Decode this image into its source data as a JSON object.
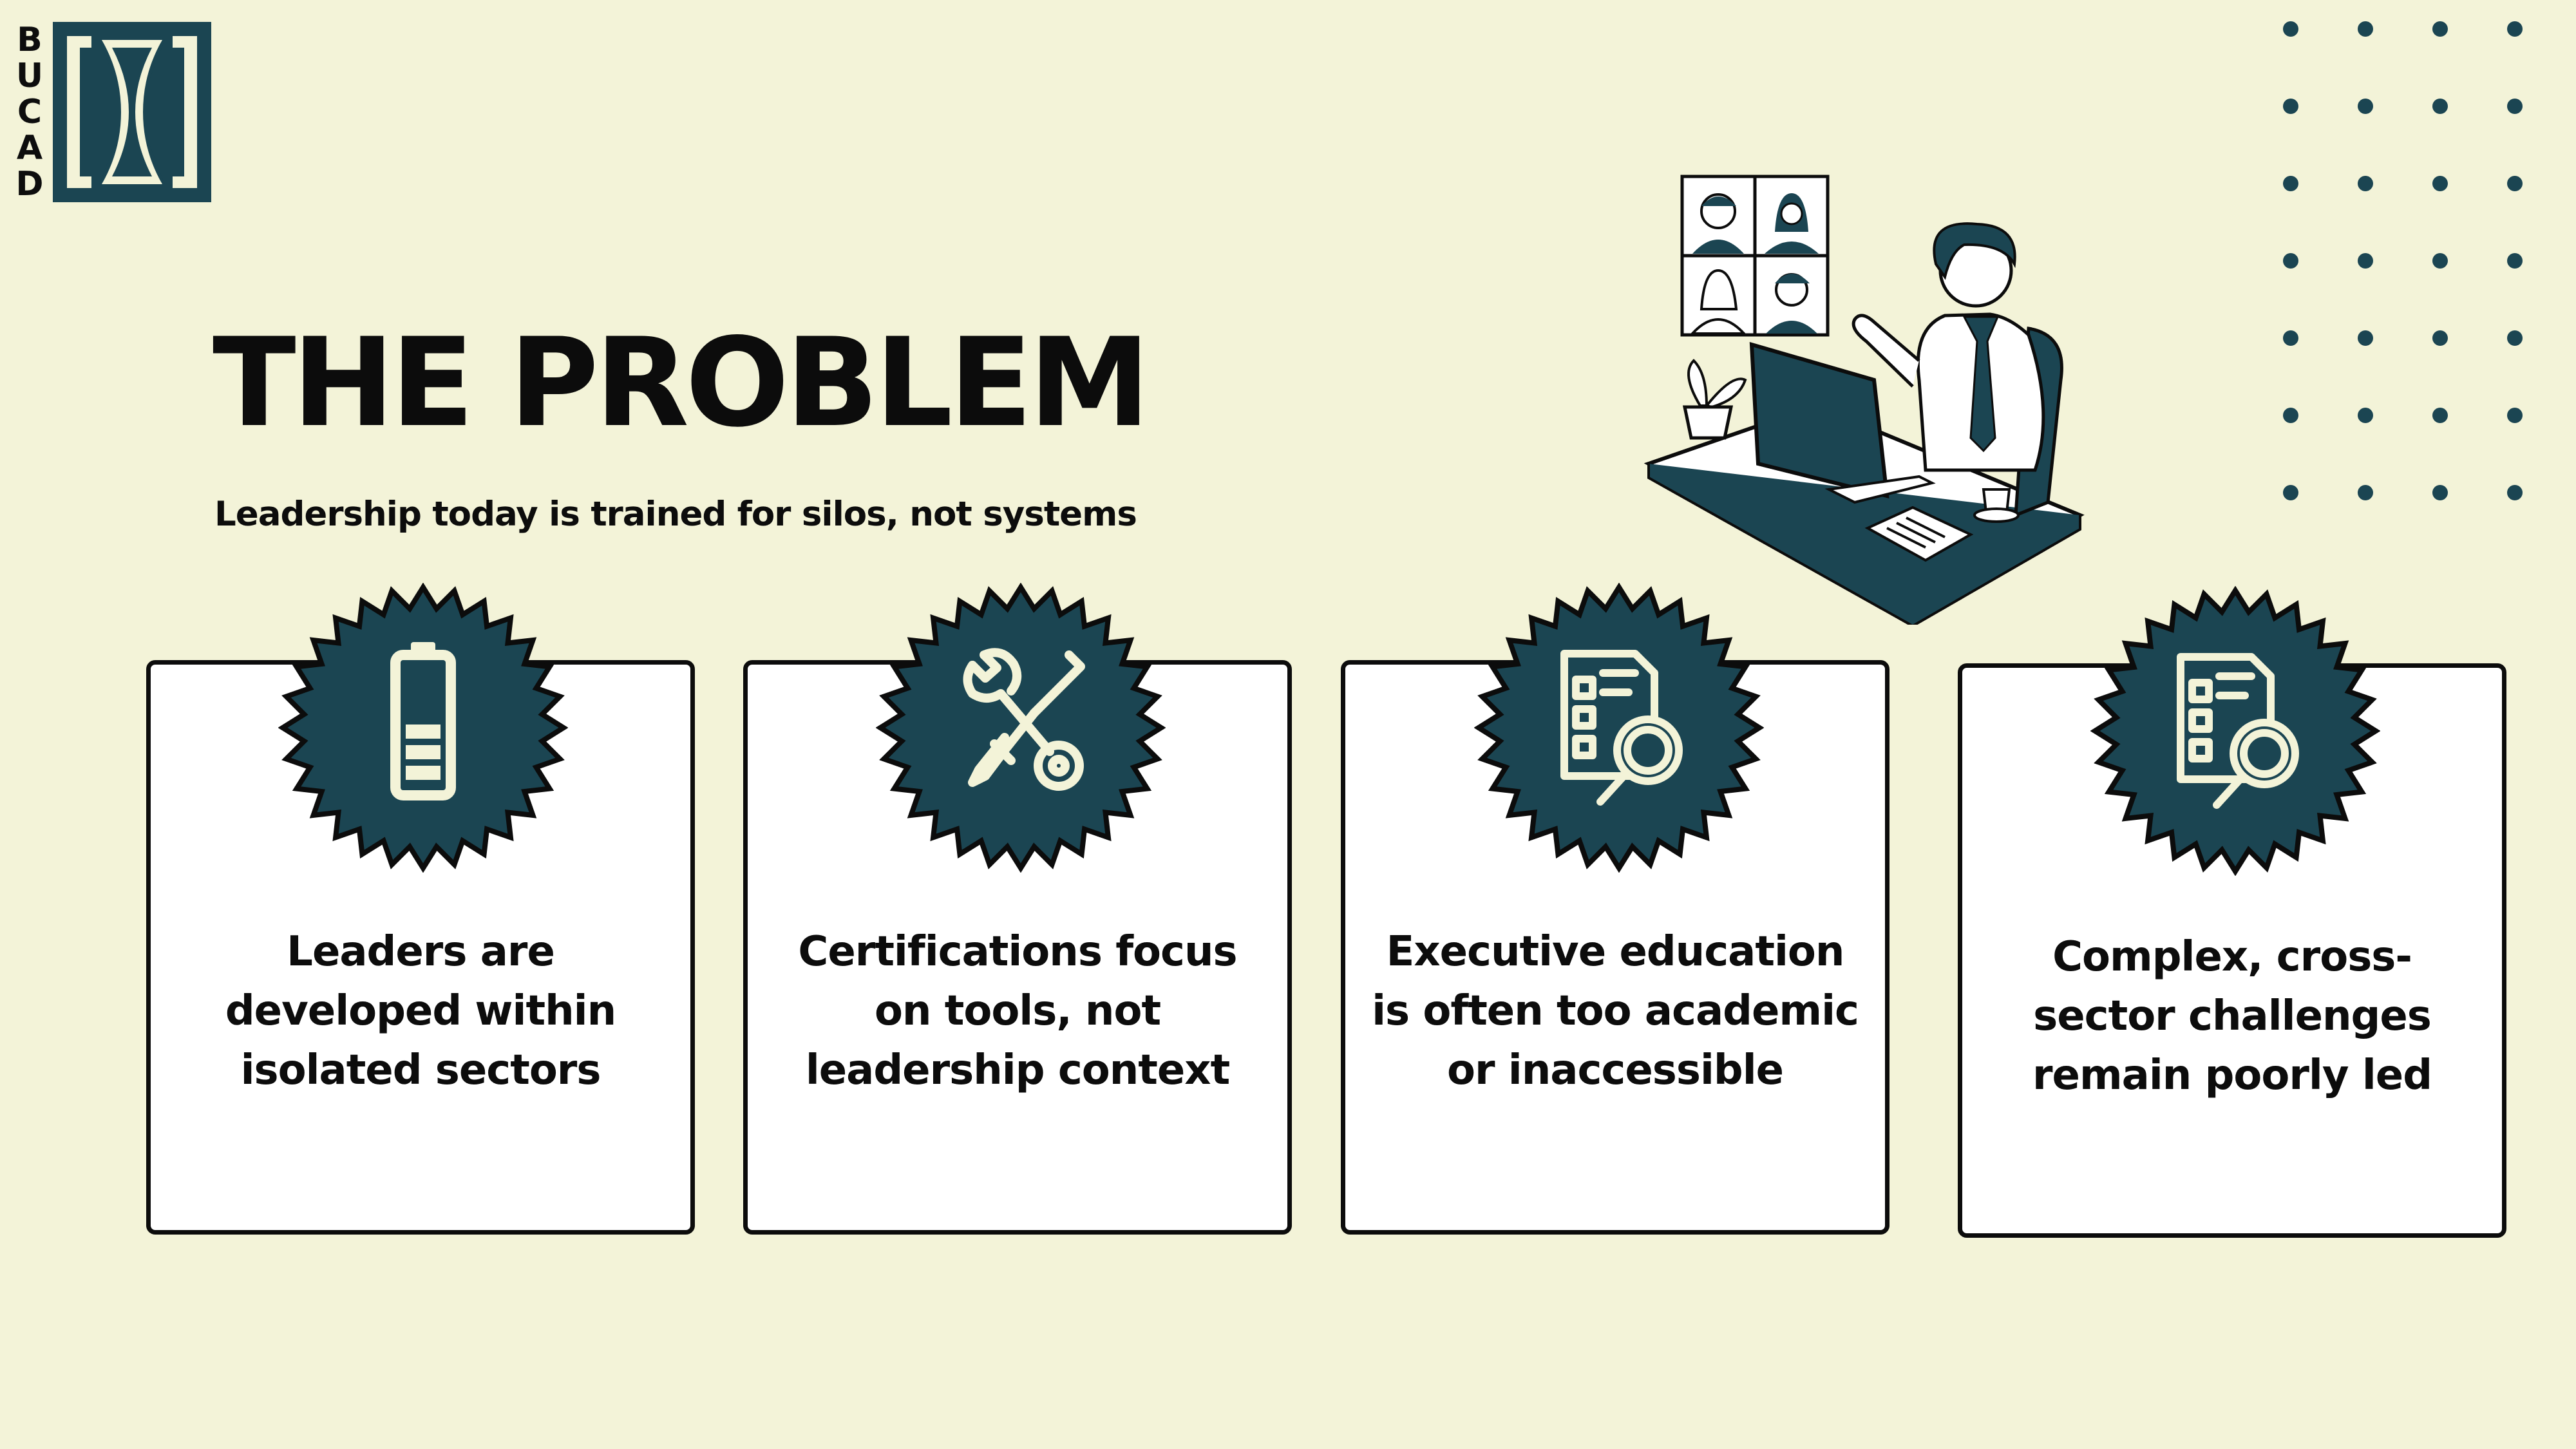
{
  "logo": {
    "letters": [
      "B",
      "U",
      "C",
      "A",
      "D"
    ],
    "icon": "bucad-logo-mark"
  },
  "title": "THE PROBLEM",
  "subtitle": "Leadership today is trained for silos, not systems",
  "illustration": {
    "icon": "video-conference-illustration"
  },
  "cards": [
    {
      "icon": "low-battery-icon",
      "text": "Leaders are developed within isolated sectors"
    },
    {
      "icon": "wrench-screwdriver-icon",
      "text": "Certifications focus on tools, not leadership context"
    },
    {
      "icon": "document-search-icon",
      "text": "Executive education is often too academic or inaccessible"
    },
    {
      "icon": "document-search-icon",
      "text": "Complex, cross-sector challenges remain poorly led"
    }
  ],
  "colors": {
    "background": "#f3f3d8",
    "accent": "#1b4552",
    "ink": "#0c0c0c",
    "card": "#ffffff",
    "cream": "#f3f3d8"
  }
}
